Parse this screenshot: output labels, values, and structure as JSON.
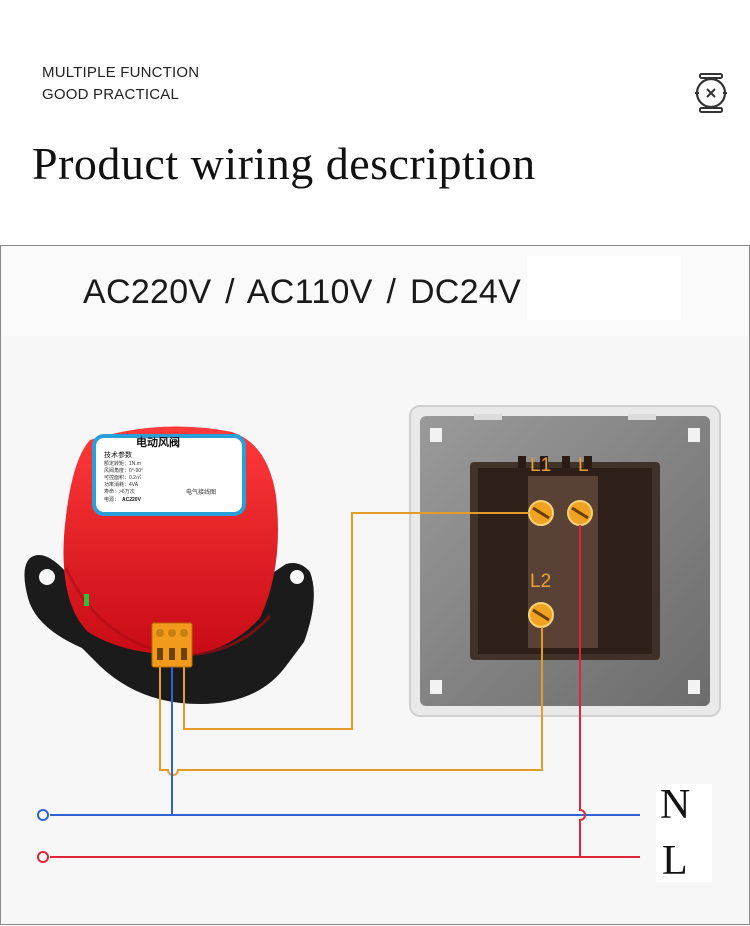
{
  "tagline": {
    "line1": "MULTIPLE FUNCTION",
    "line2": "GOOD PRACTICAL"
  },
  "brand_icon": "valve-logo-icon",
  "title": "Product wiring description",
  "voltage": "AC220V  /  AC110V  /  DC24V",
  "actuator_label": {
    "title": "电动风阀",
    "params_heading": "技术参数",
    "params": [
      "额定转矩：1N.m",
      "风阀角度：0°-90°",
      "可控面积：0.2㎡",
      "功率消耗：4VA",
      "寿命：>6万次"
    ],
    "power_label": "电源：",
    "power_value": "AC220V",
    "wiring_heading": "电气接线图"
  },
  "switch": {
    "terminal_L1": "L1",
    "terminal_L": "L",
    "terminal_L2": "L2"
  },
  "lines": {
    "neutral": "N",
    "live": "L"
  },
  "colors": {
    "orange_wire": "#e59b28",
    "blue_wire": "#2f63d4",
    "red_wire": "#e0243c",
    "actuator_red": "#e8121e",
    "actuator_black": "#1b1b1b",
    "terminal_orange": "#f29a1c",
    "switch_grey": "#7b7b7b"
  }
}
